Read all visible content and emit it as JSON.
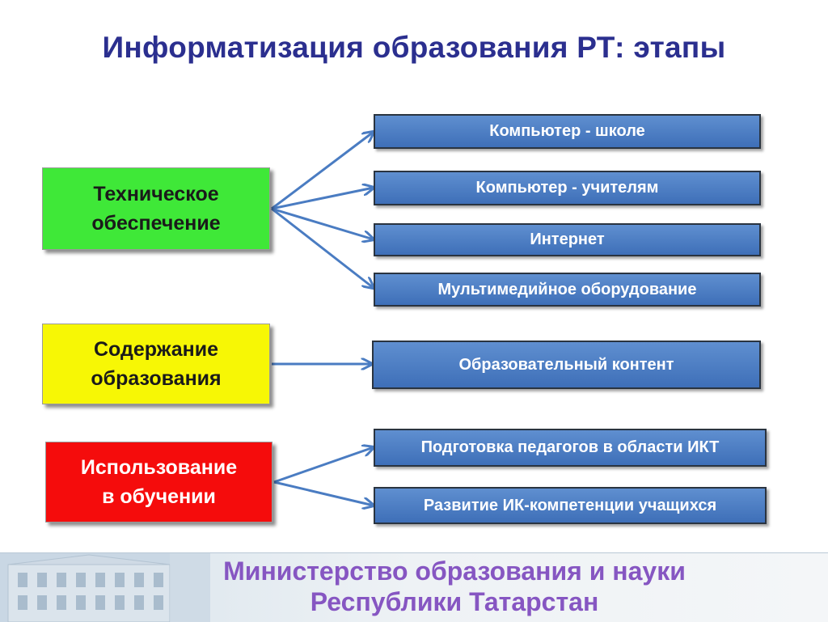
{
  "title": "Информатизация образования РТ: этапы",
  "colors": {
    "title": "#2b2f8f",
    "item_fill": "#4a7cc2",
    "item_border": "#2a3440",
    "arrow": "#4a7cc2",
    "footer_text": "#8656c2"
  },
  "stages": [
    {
      "name": "tech",
      "lines": [
        "Техническое",
        "обеспечение"
      ],
      "fill": "#3fe838",
      "text_color": "#1a1a1a",
      "items": [
        "Компьютер - школе",
        "Компьютер - учителям",
        "Интернет",
        "Мультимедийное оборудование"
      ]
    },
    {
      "name": "content",
      "lines": [
        "Содержание",
        "образования"
      ],
      "fill": "#f7f705",
      "text_color": "#1a1a1a",
      "items": [
        "Образовательный контент"
      ]
    },
    {
      "name": "usage",
      "lines": [
        "Использование",
        "в обучении"
      ],
      "fill": "#f50c0c",
      "text_color": "#ffffff",
      "items": [
        "Подготовка педагогов в области ИКТ",
        "Развитие ИК-компетенции учащихся"
      ]
    }
  ],
  "footer": {
    "line1": "Министерство образования и науки",
    "line2": "Республики Татарстан"
  }
}
